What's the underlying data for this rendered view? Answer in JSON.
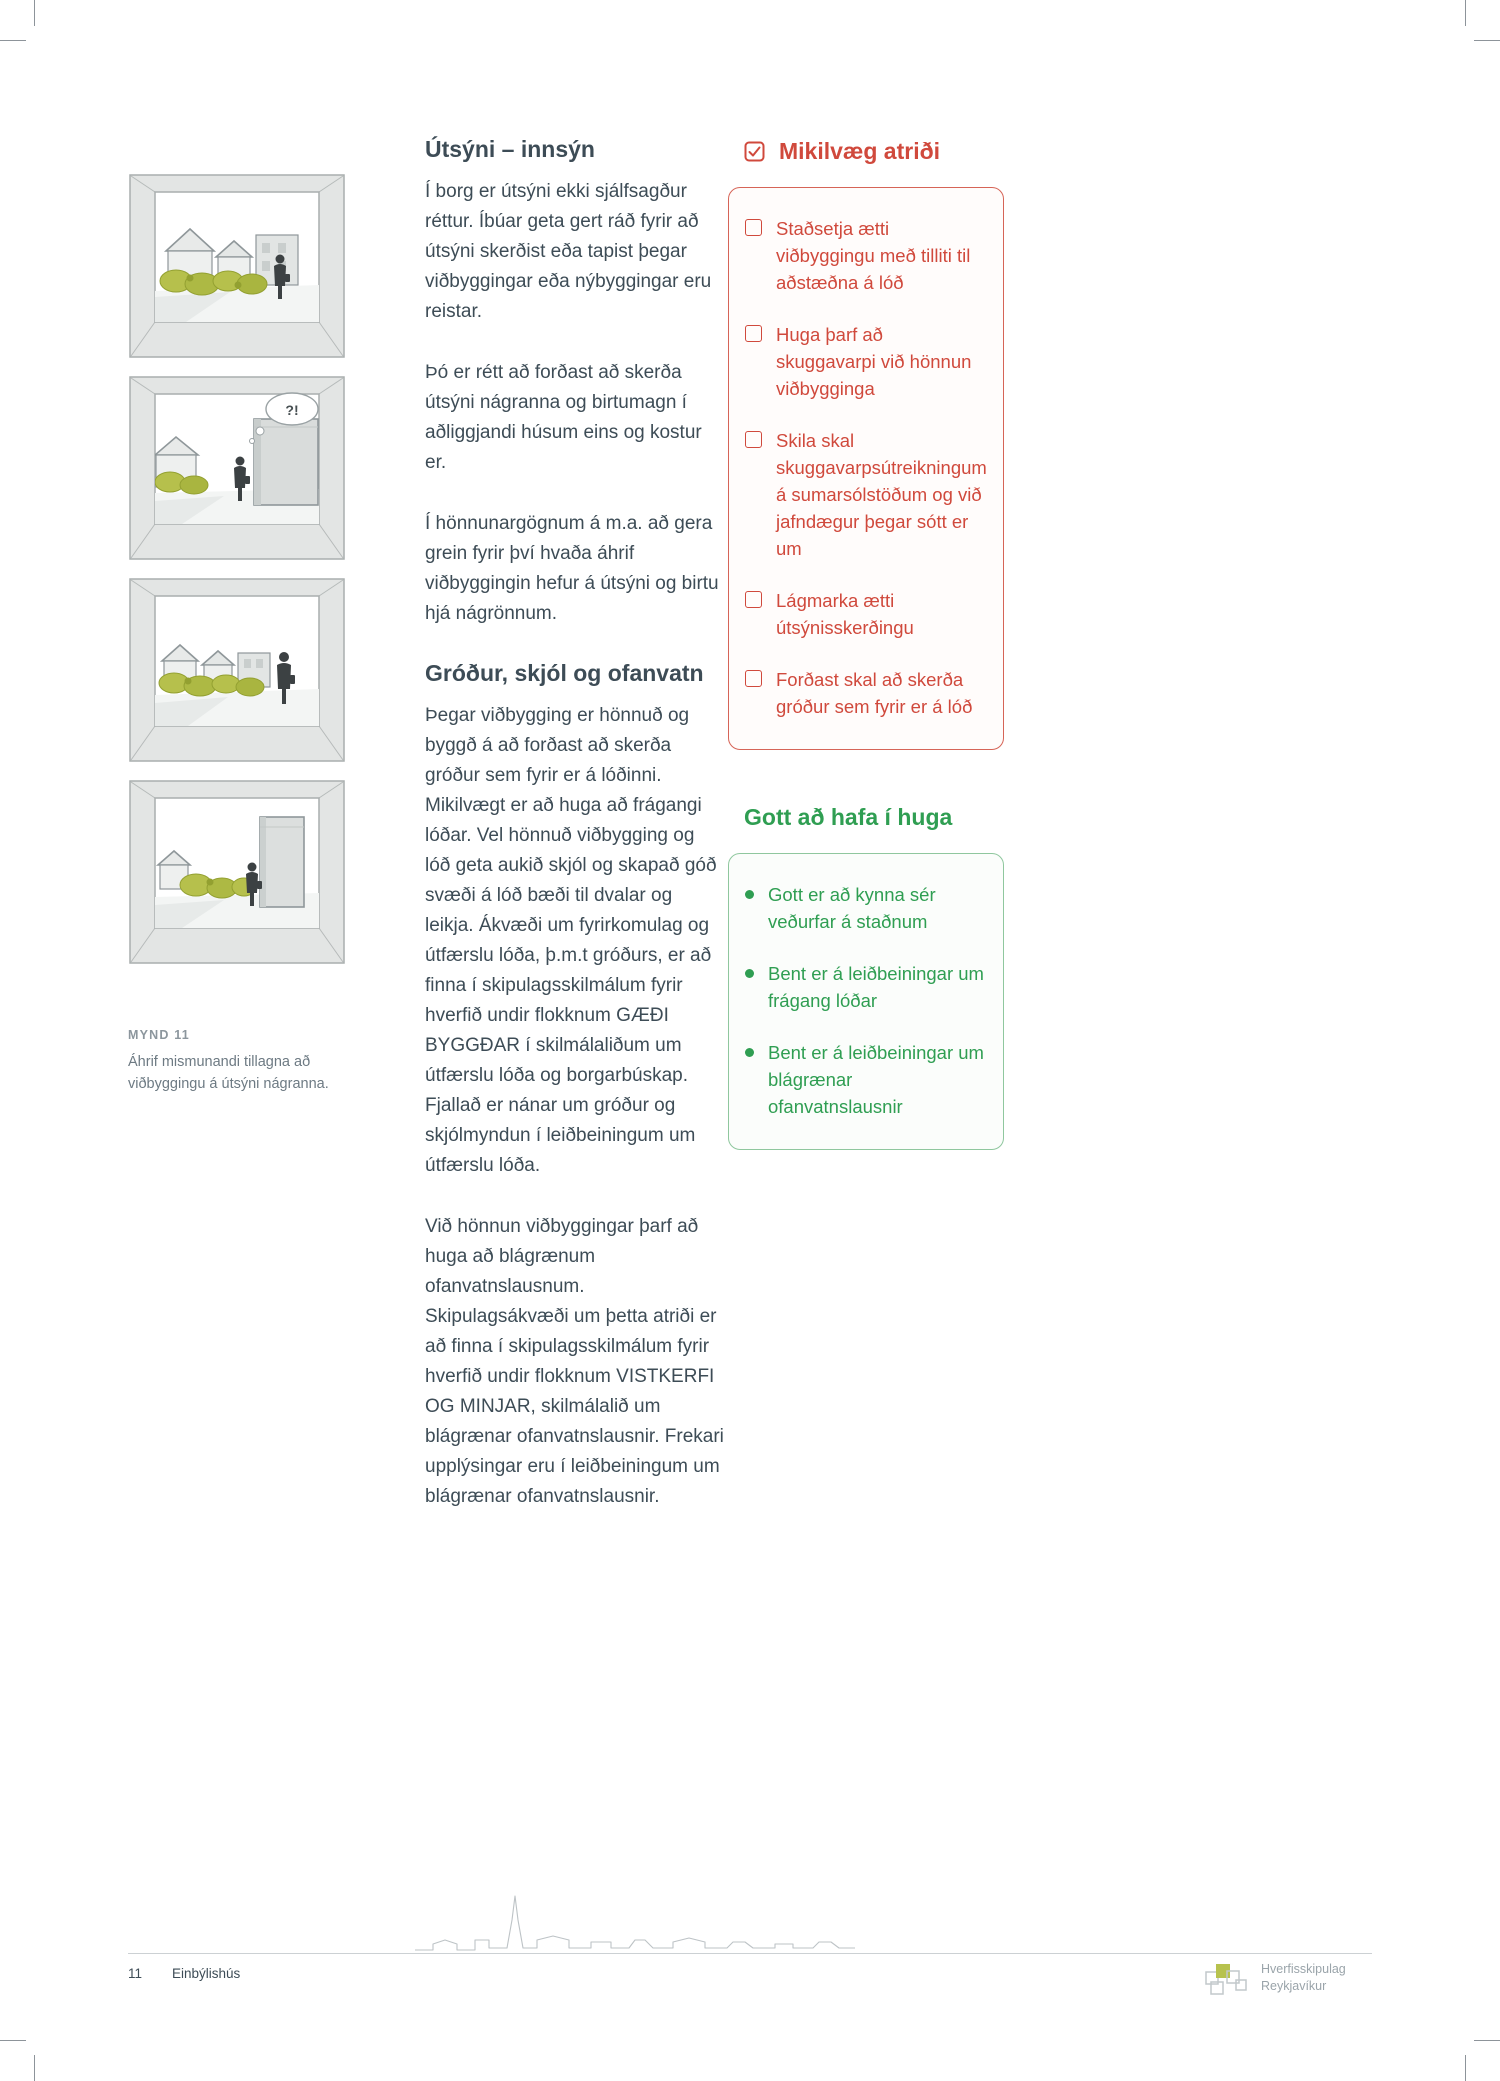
{
  "colors": {
    "accent_red": "#d0493c",
    "accent_green": "#2f9e52",
    "body_text": "#3d4c56",
    "illustration_green": "#b6c04c"
  },
  "figures": {
    "thought_bubble": "?!",
    "caption_label": "MYND 11",
    "caption_text": "Áhrif mismunandi tillagna að viðbyggingu á útsýni nágranna."
  },
  "main": {
    "section1": {
      "heading": "Útsýni – innsýn",
      "paragraphs": [
        "Í borg er útsýni ekki sjálfsagður réttur. Íbúar geta gert ráð fyrir að útsýni skerðist eða tapist þegar viðbyggingar eða nýbyggingar eru reistar.",
        "Þó er rétt að forðast að skerða útsýni nágranna og birtumagn í aðliggjandi húsum eins og kostur er.",
        "Í hönnunargögnum á m.a. að gera grein fyrir því hvaða áhrif viðbyggingin hefur á útsýni og birtu hjá nágrönnum."
      ]
    },
    "section2": {
      "heading": "Gróður, skjól og ofanvatn",
      "paragraphs": [
        "Þegar viðbygging er hönnuð og byggð á að forðast að skerða gróður sem fyrir er á lóðinni. Mikilvægt er að huga að frágangi lóðar. Vel hönnuð viðbygging og lóð geta aukið skjól og skapað góð svæði á lóð bæði til dvalar og leikja. Ákvæði um fyrirkomulag og útfærslu lóða, þ.m.t gróðurs, er að finna í skipulagsskilmálum fyrir hverfið undir flokknum GÆÐI BYGGÐAR í skilmálaliðum um útfærslu lóða og borgarbúskap. Fjallað er nánar um gróður og skjólmyndun í leiðbeiningum um útfærslu lóða.",
        "Við hönnun viðbyggingar þarf að huga að blágrænum ofanvatnslausnum. Skipulagsákvæði um þetta atriði er að finna í skipulagsskilmálum fyrir hverfið undir flokknum VISTKERFI OG MINJAR, skilmálalið um blágrænar ofanvatnslausnir. Frekari upplýsingar eru í leiðbeiningum um blágrænar ofanvatnslausnir."
      ]
    }
  },
  "important": {
    "heading": "Mikilvæg atriði",
    "items": [
      "Staðsetja ætti viðbyggingu með tilliti til aðstæðna á lóð",
      "Huga þarf að skuggavarpi við hönnun viðbygginga",
      "Skila skal skuggavarpsútreikningum á sumarsólstöðum og við jafndægur þegar sótt er um",
      "Lágmarka ætti útsýnisskerðingu",
      "Forðast skal að skerða gróður sem fyrir er á lóð"
    ]
  },
  "tips": {
    "heading": "Gott að hafa í huga",
    "items": [
      "Gott er að kynna sér veðurfar á staðnum",
      "Bent er á leiðbeiningar um frágang lóðar",
      "Bent er á leiðbeiningar um blágrænar ofanvatnslausnir"
    ]
  },
  "footer": {
    "page_number": "11",
    "section_label": "Einbýlishús",
    "logo_line1": "Hverfisskipulag",
    "logo_line2": "Reykjavíkur"
  }
}
